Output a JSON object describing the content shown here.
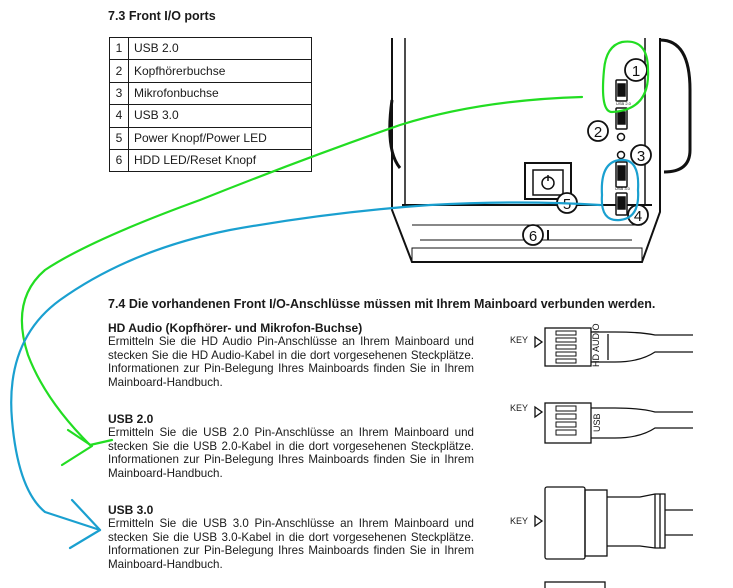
{
  "section_73_title": "7.3 Front I/O ports",
  "ports": [
    {
      "num": "1",
      "label": "USB 2.0"
    },
    {
      "num": "2",
      "label": "Kopfhörerbuchse"
    },
    {
      "num": "3",
      "label": "Mikrofonbuchse"
    },
    {
      "num": "4",
      "label": "USB 3.0"
    },
    {
      "num": "5",
      "label": "Power Knopf/Power LED"
    },
    {
      "num": "6",
      "label": "HDD LED/Reset Knopf"
    }
  ],
  "callouts": [
    "1",
    "2",
    "3",
    "4",
    "5",
    "6"
  ],
  "section_74_title": "7.4 Die vorhandenen Front I/O-Anschlüsse müssen mit Ihrem Mainboard verbunden werden.",
  "blocks": {
    "hd": {
      "title": "HD Audio (Kopfhörer- und Mikrofon-Buchse)",
      "body": "Ermitteln Sie die HD Audio Pin-Anschlüsse an Ihrem Mainboard und stecken Sie die HD Audio-Kabel in die dort vorgesehenen Steckplätze. Informationen zur Pin-Belegung Ihres Mainboards finden Sie in Ihrem Mainboard-Handbuch."
    },
    "usb2": {
      "title": "USB 2.0",
      "body": "Ermitteln Sie die USB 2.0 Pin-Anschlüsse an Ihrem Mainboard und stecken Sie die USB 2.0-Kabel in die dort vorgesehenen Steckplätze. Informationen zur Pin-Belegung Ihres Mainboards finden Sie in Ihrem Mainboard-Handbuch."
    },
    "usb3": {
      "title": "USB 3.0",
      "body": "Ermitteln Sie die USB 3.0 Pin-Anschlüsse an Ihrem Mainboard und stecken Sie die USB 3.0-Kabel in die dort vorgesehenen Steckplätze. Informationen zur Pin-Belegung Ihres Mainboards finden Sie in Ihrem Mainboard-Handbuch."
    }
  },
  "connectors": {
    "key_label": "KEY",
    "hd_label": "HD AUDIO",
    "usb2_label": "USB",
    "port_usb2_tag": "USB 2.0",
    "port_usb3_tag": "USB 3.0"
  },
  "annotation_colors": {
    "green": "#22dd22",
    "blue": "#1aa0d0"
  }
}
